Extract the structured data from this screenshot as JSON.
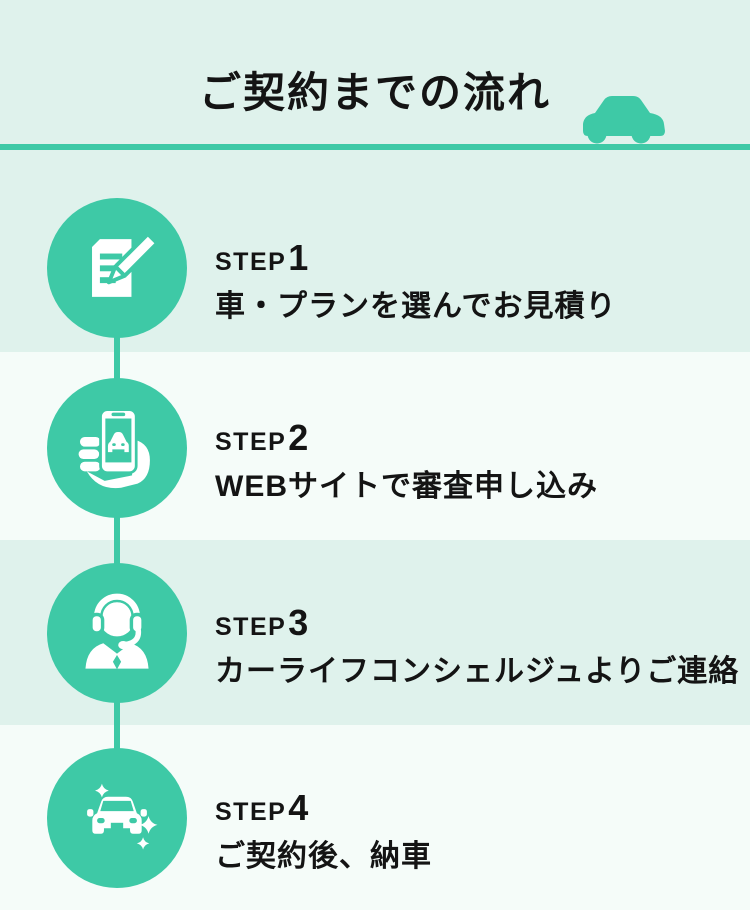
{
  "header": {
    "title": "ご契約までの流れ",
    "car_icon": "car-side-icon"
  },
  "colors": {
    "teal": "#3ec9a6",
    "mint_background": "#dff2ec",
    "near_white_background": "#f5fcf9",
    "text": "#141414"
  },
  "steps": [
    {
      "step_label": "STEP",
      "step_number": "1",
      "description": "車・プランを選んでお見積り",
      "icon": "document-pencil-icon",
      "background": "#dff2ec"
    },
    {
      "step_label": "STEP",
      "step_number": "2",
      "description": "WEBサイトで審査申し込み",
      "icon": "smartphone-hand-icon",
      "background": "#f5fcf9"
    },
    {
      "step_label": "STEP",
      "step_number": "3",
      "description": "カーライフコンシェルジュよりご連絡",
      "icon": "operator-headset-icon",
      "background": "#dff2ec"
    },
    {
      "step_label": "STEP",
      "step_number": "4",
      "description": "ご契約後、納車",
      "icon": "car-delivery-sparkle-icon",
      "background": "#f5fcf9"
    }
  ]
}
